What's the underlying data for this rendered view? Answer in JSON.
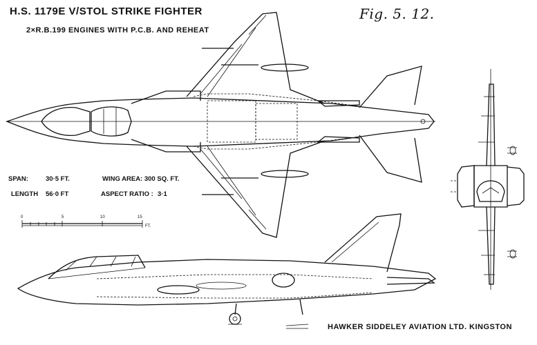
{
  "title": "H.S. 1179E  V/STOL  STRIKE  FIGHTER",
  "subtitle": "2×R.B.199 ENGINES WITH P.C.B. AND REHEAT",
  "figure_label": "Fig. 5. 12.",
  "specs": {
    "span_label": "SPAN:",
    "span_value": "30·5 FT.",
    "wing_area_label": "WING AREA: 300 SQ. FT.",
    "length_label": "LENGTH",
    "length_value": "56·0 FT",
    "aspect_label": "ASPECT RATIO :",
    "aspect_value": "3·1"
  },
  "scale": {
    "ticks": [
      "0",
      "5",
      "10",
      "15"
    ],
    "unit": "FT."
  },
  "footer": "HAWKER SIDDELEY AVIATION LTD. KINGSTON",
  "colors": {
    "ink": "#111111",
    "paper": "#ffffff"
  }
}
